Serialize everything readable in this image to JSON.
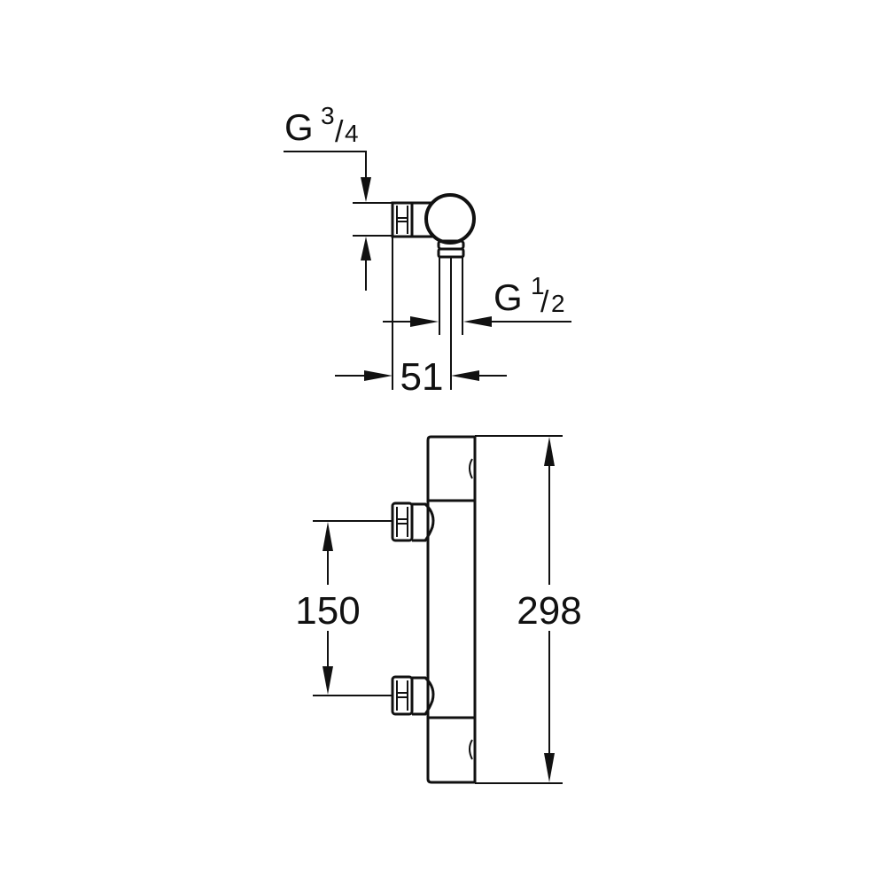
{
  "drawing": {
    "side_view": {
      "inlet_thread": {
        "main": "G",
        "numerator": "3",
        "denominator": "4"
      },
      "outlet_thread": {
        "main": "G",
        "numerator": "1",
        "denominator": "2"
      },
      "depth_dimension": "51"
    },
    "front_view": {
      "inlet_spacing_dimension": "150",
      "overall_height_dimension": "298"
    },
    "colors": {
      "line": "#111111",
      "background": "#ffffff"
    }
  }
}
